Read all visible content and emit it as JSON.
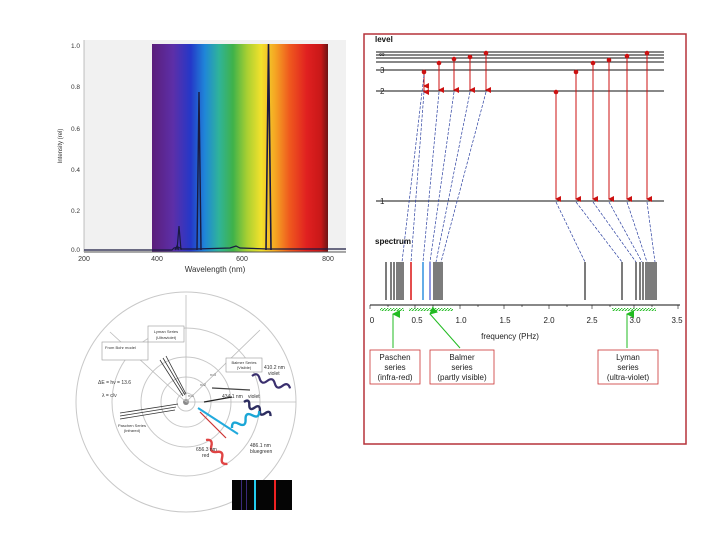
{
  "spectrum_plot": {
    "y_label": "Intensity (rel)",
    "x_label": "Wavelength (nm)",
    "y_ticks": [
      "1.0",
      "0.8",
      "0.6",
      "0.4",
      "0.2",
      "0.0"
    ],
    "x_ticks": [
      "200",
      "400",
      "600",
      "800"
    ]
  },
  "energy_diagram": {
    "level_title": "level",
    "levels": [
      "∞",
      "3",
      "2",
      "1"
    ],
    "spectrum_title": "spectrum",
    "freq_ticks": [
      "0",
      "0.5",
      "1.0",
      "1.5",
      "2.0",
      "2.5",
      "3.0",
      "3.5"
    ],
    "freq_label": "frequency (PHz)",
    "series": [
      {
        "name": "Paschen",
        "line2": "series",
        "line3": "(infra-red)"
      },
      {
        "name": "Balmer",
        "line2": "series",
        "line3": "(partly visible)"
      },
      {
        "name": "Lyman",
        "line2": "series",
        "line3": "(ultra-violet)"
      }
    ],
    "colors": {
      "frame": "#b5323a",
      "arrow": "#cc1111",
      "connector": "#2a3fa0",
      "marker": "#22bb22"
    }
  },
  "bohr_diagram": {
    "top_label": "From Bohr model",
    "lyman": {
      "l1": "Lyman Series",
      "l2": "(Ultraviolet)"
    },
    "balmer": {
      "l1": "Balmer Series",
      "l2": "(Visible)"
    },
    "paschen": {
      "l1": "Paschen Series",
      "l2": "(Infrared)"
    },
    "formula_1": "ΔE = hν = 13.6",
    "formula_2": "λ = c/ν",
    "n1": "n=1",
    "n2": "n=2",
    "n3": "n=3",
    "lines": [
      {
        "wl": "410.2 nm",
        "name": "violet"
      },
      {
        "wl": "434.1 nm",
        "name": "violet"
      },
      {
        "wl": "656.3 nm",
        "name": "red"
      },
      {
        "wl": "486.1 nm",
        "name": "bluegreen"
      }
    ]
  }
}
